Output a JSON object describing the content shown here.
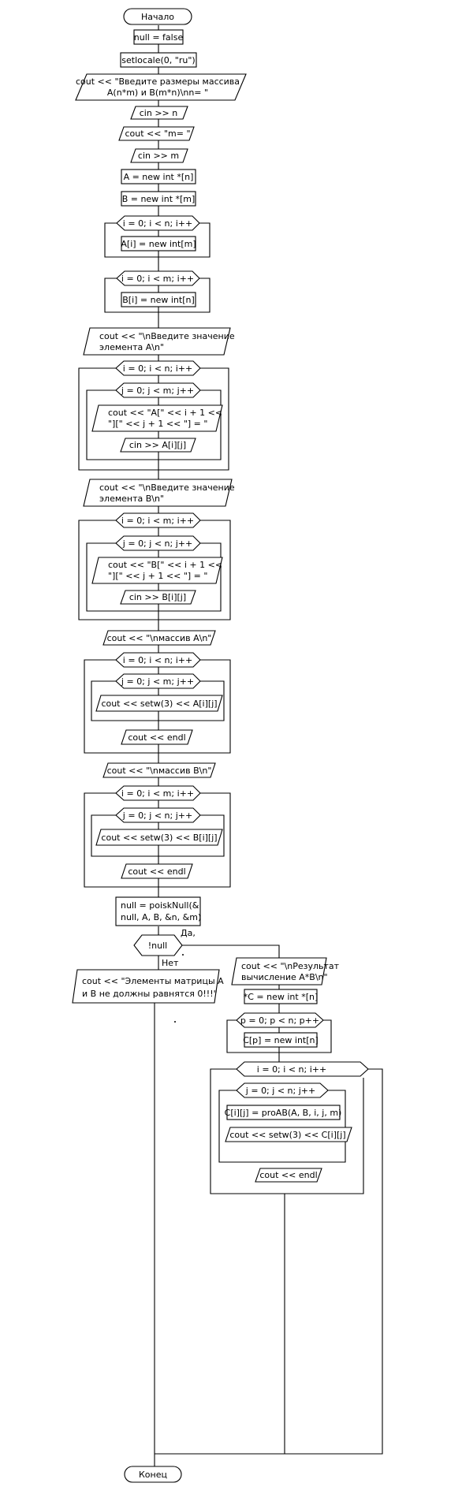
{
  "flowchart": {
    "start": "Начало",
    "end": "Конец",
    "init": {
      "null_false": "null = false",
      "setlocale": "setlocale(0, \"ru\")",
      "prompt_line1": "cout << \"Введите размеры массива",
      "prompt_line2": "A(n*m) и B(m*n)\\nn= \"",
      "cin_n": "cin >> n",
      "prompt_m": "cout << \"m= \"",
      "cin_m": "cin >> m",
      "alloc_a": "A = new int *[n]",
      "alloc_b": "B = new int *[m]"
    },
    "loop_alloc_a": {
      "header": "i = 0; i < n; i++",
      "body": "A[i] = new int[m]"
    },
    "loop_alloc_b": {
      "header": "i = 0; i < m; i++",
      "body": "B[i] = new int[n]"
    },
    "input_a": {
      "prompt_line1": "cout << \"\\nВведите значение",
      "prompt_line2": "элемента A\\n\"",
      "outer": "i = 0; i < n; i++",
      "inner": "j = 0; j < m; j++",
      "out_line1": "cout << \"A[\" << i + 1 <<",
      "out_line2": "\"][\" << j + 1 << \"] = \"",
      "cin": "cin >> A[i][j]"
    },
    "input_b": {
      "prompt_line1": "cout << \"\\nВведите значение",
      "prompt_line2": "элемента B\\n\"",
      "outer": "i = 0; i < m; i++",
      "inner": "j = 0; j < n; j++",
      "out_line1": "cout << \"B[\" << i + 1 <<",
      "out_line2": "\"][\" << j + 1 << \"] = \"",
      "cin": "cin >> B[i][j]"
    },
    "print_a": {
      "title": "cout << \"\\nмассив A\\n\"",
      "outer": "i = 0; i < n; i++",
      "inner": "j = 0; j < m; j++",
      "cell": "cout << setw(3) << A[i][j]",
      "endl": "cout << endl"
    },
    "print_b": {
      "title": "cout << \"\\nмассив B\\n\"",
      "outer": "i = 0; i < m; i++",
      "inner": "j = 0; j < n; j++",
      "cell": "cout << setw(3) << B[i][j]",
      "endl": "cout << endl"
    },
    "call": {
      "line1": "null = poiskNull(&",
      "line2": "null, A, B, &n, &m)"
    },
    "decision": {
      "condition": "!null",
      "yes": "Да,",
      "no": "Нет"
    },
    "no_branch": {
      "line1": "cout << \"Элементы матрицы A",
      "line2": "и B не должны равнятся 0!!!\""
    },
    "yes_branch": {
      "result_line1": "cout << \"\\nРезультат",
      "result_line2": "вычисление A*B\\n\"",
      "alloc_c": "*C = new int *[n]",
      "loop_c_header": "p = 0; p < n; p++",
      "loop_c_body": "C[p] = new int[n]",
      "outer": "i = 0; i < n; i++",
      "inner": "j = 0; j < n; j++",
      "compute": "C[i][j] = proAB(A, B, i, j, m)",
      "print_cell": "cout << setw(3) << C[i][j]",
      "endl": "cout << endl"
    }
  }
}
